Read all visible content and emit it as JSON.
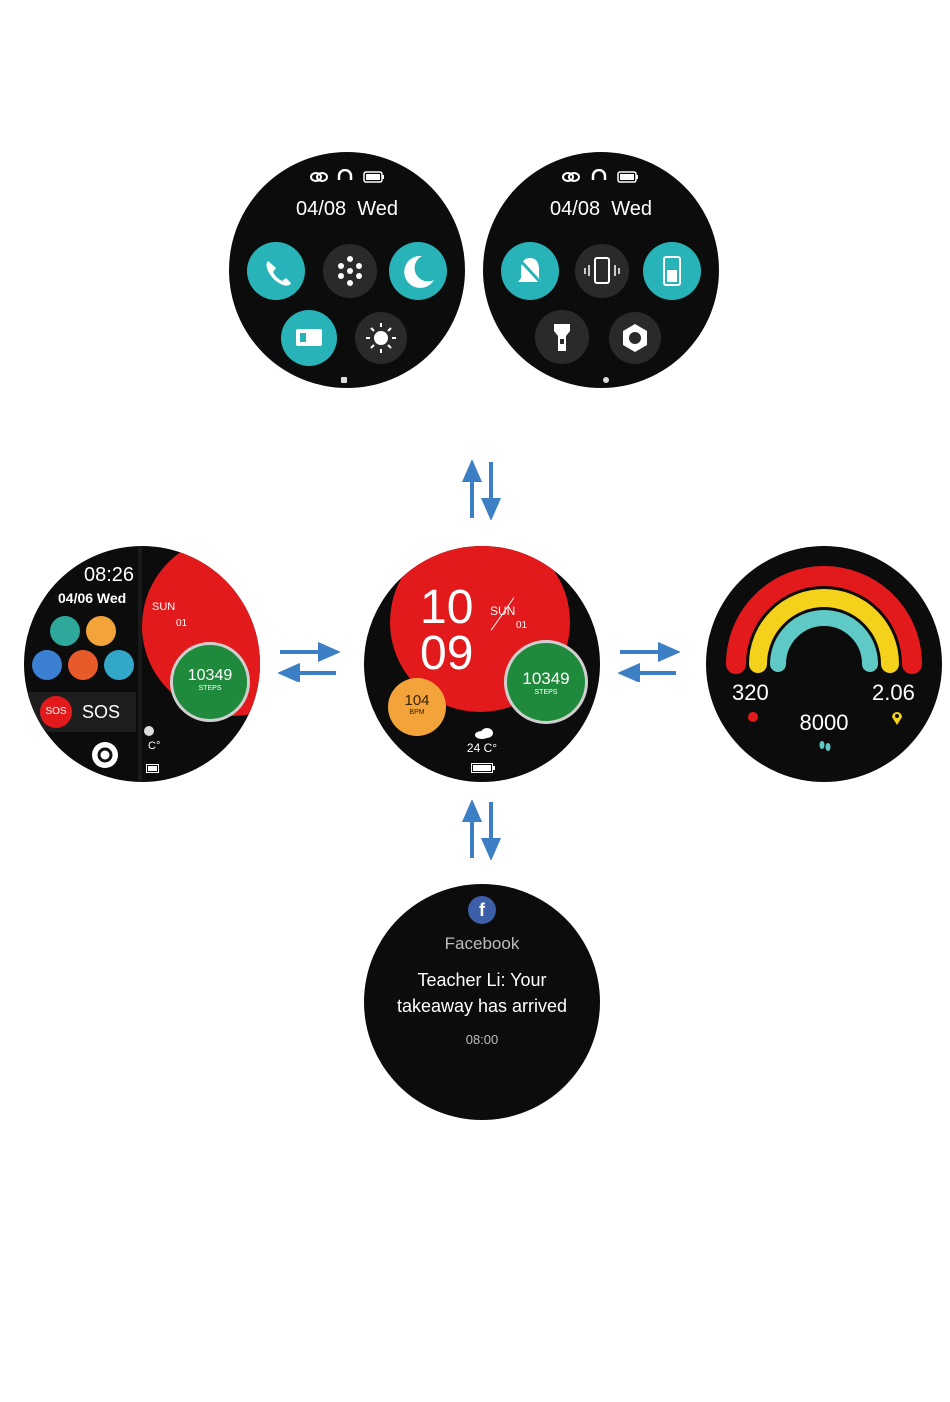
{
  "colors": {
    "accent_blue": "#3d7fc4",
    "teal": "#28b3b8",
    "red": "#e31a1c",
    "green": "#1f8a3c",
    "orange": "#f2a33a",
    "yellow": "#f4d21b",
    "watch_bg": "#0c0c0c"
  },
  "quick_panel_1": {
    "status_icons": [
      "link-icon",
      "headset-icon",
      "battery-icon"
    ],
    "date": "04/08",
    "day": "Wed",
    "buttons": [
      "phone-icon",
      "dots-grid-icon",
      "moon-icon",
      "screen-brightness-icon",
      "sun-icon"
    ]
  },
  "quick_panel_2": {
    "status_icons": [
      "link-icon",
      "headset-icon",
      "battery-icon"
    ],
    "date": "04/08",
    "day": "Wed",
    "buttons": [
      "bell-mute-icon",
      "vibrate-icon",
      "battery-saver-icon",
      "flashlight-icon",
      "settings-icon"
    ]
  },
  "main_face": {
    "hour": "10",
    "minute": "09",
    "day_label": "SUN",
    "day_num": "01",
    "steps": "10349",
    "steps_label": "STEPS",
    "heart": "104",
    "heart_label": "BPM",
    "temp": "24 C°"
  },
  "left_face": {
    "time": "08:26",
    "date": "04/06 Wed",
    "day_label": "SUN",
    "day_num": "01",
    "steps": "10349",
    "steps_label": "STEPS",
    "sos_badge": "SOS",
    "sos_label": "SOS",
    "temp": "C°"
  },
  "right_face": {
    "calories": "320",
    "steps": "8000",
    "distance": "2.06"
  },
  "notification": {
    "app": "Facebook",
    "message_line1": "Teacher Li: Your",
    "message_line2": "takeaway has arrived",
    "time": "08:00"
  }
}
